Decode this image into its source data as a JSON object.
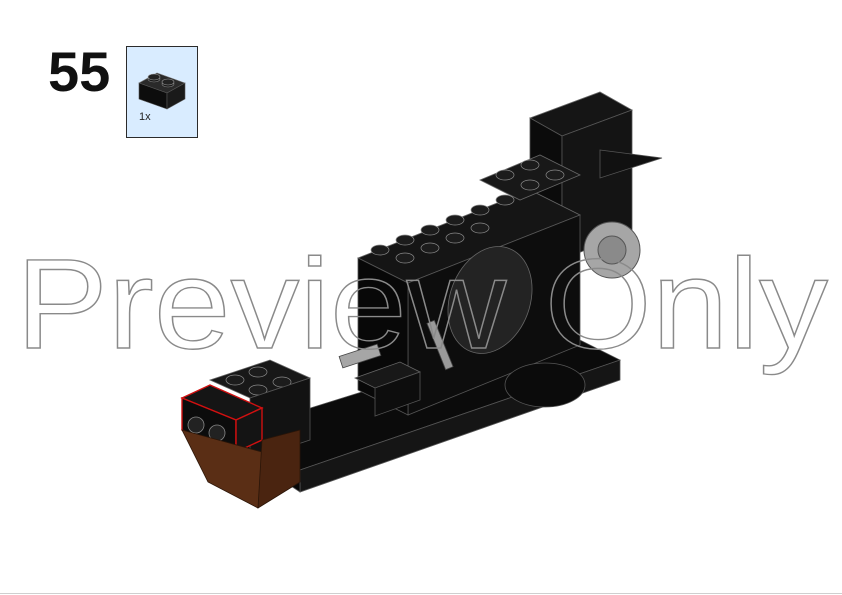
{
  "step": {
    "number": "55",
    "parts": [
      {
        "name": "brick-1x2-black",
        "quantity": "1x",
        "color": "#0f0f0f"
      }
    ]
  },
  "model": {
    "main_color": "#0d0d0d",
    "accent_color": "#5a2e15",
    "highlight_color": "#d01010",
    "grey_color": "#a6a6a6"
  },
  "watermark": {
    "text": "Preview Only"
  }
}
